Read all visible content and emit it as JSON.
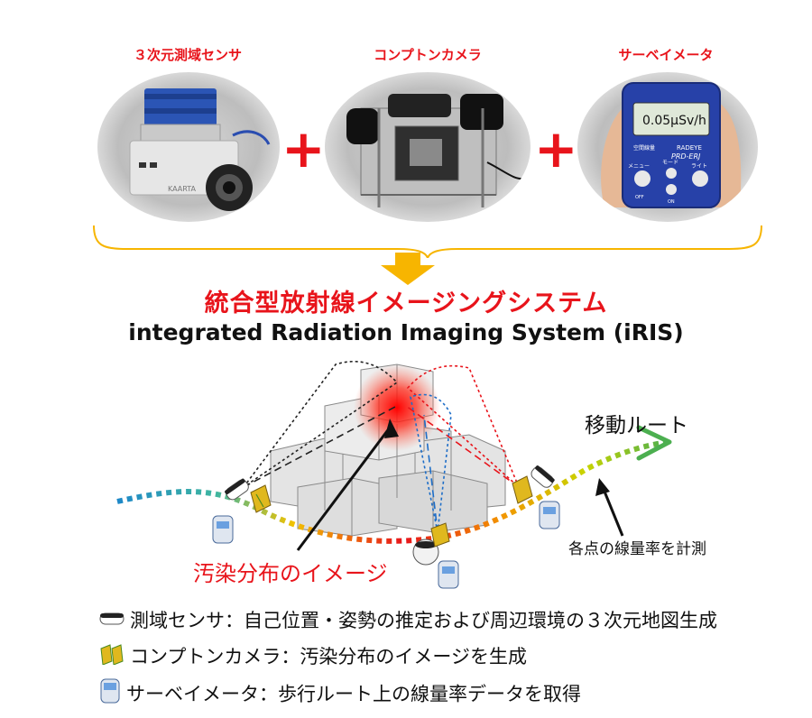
{
  "devices": [
    {
      "label": "３次元測域センサ",
      "image_text": "KAARTA"
    },
    {
      "label": "コンプトンカメラ"
    },
    {
      "label": "サーベイメータ",
      "image_text": [
        "RADEYE",
        "PRD-ERJ",
        "0.05μSv/h",
        "空間線量",
        "メニュー",
        "モード",
        "ライト",
        "OFF",
        "ON"
      ]
    }
  ],
  "plus_symbol": "+",
  "title_jp": "統合型放射線イメージングシステム",
  "title_en": "integrated Radiation Imaging System (iRIS)",
  "diagram": {
    "route_label": "移動ルート",
    "measure_label": "各点の線量率を計測",
    "contamination_label": "汚染分布のイメージ"
  },
  "legend": [
    {
      "icon": "lidar-sensor-icon",
      "text": "測域センサ：自己位置・姿勢の推定および周辺環境の３次元地図生成"
    },
    {
      "icon": "compton-camera-icon",
      "text": "コンプトンカメラ：汚染分布のイメージを生成"
    },
    {
      "icon": "survey-meter-icon",
      "text": "サーベイメータ：歩行ルート上の線量率データを取得"
    }
  ],
  "colors": {
    "accent_red": "#e8141b",
    "arrow_orange": "#f7b500",
    "route_green": "#4caf50"
  }
}
